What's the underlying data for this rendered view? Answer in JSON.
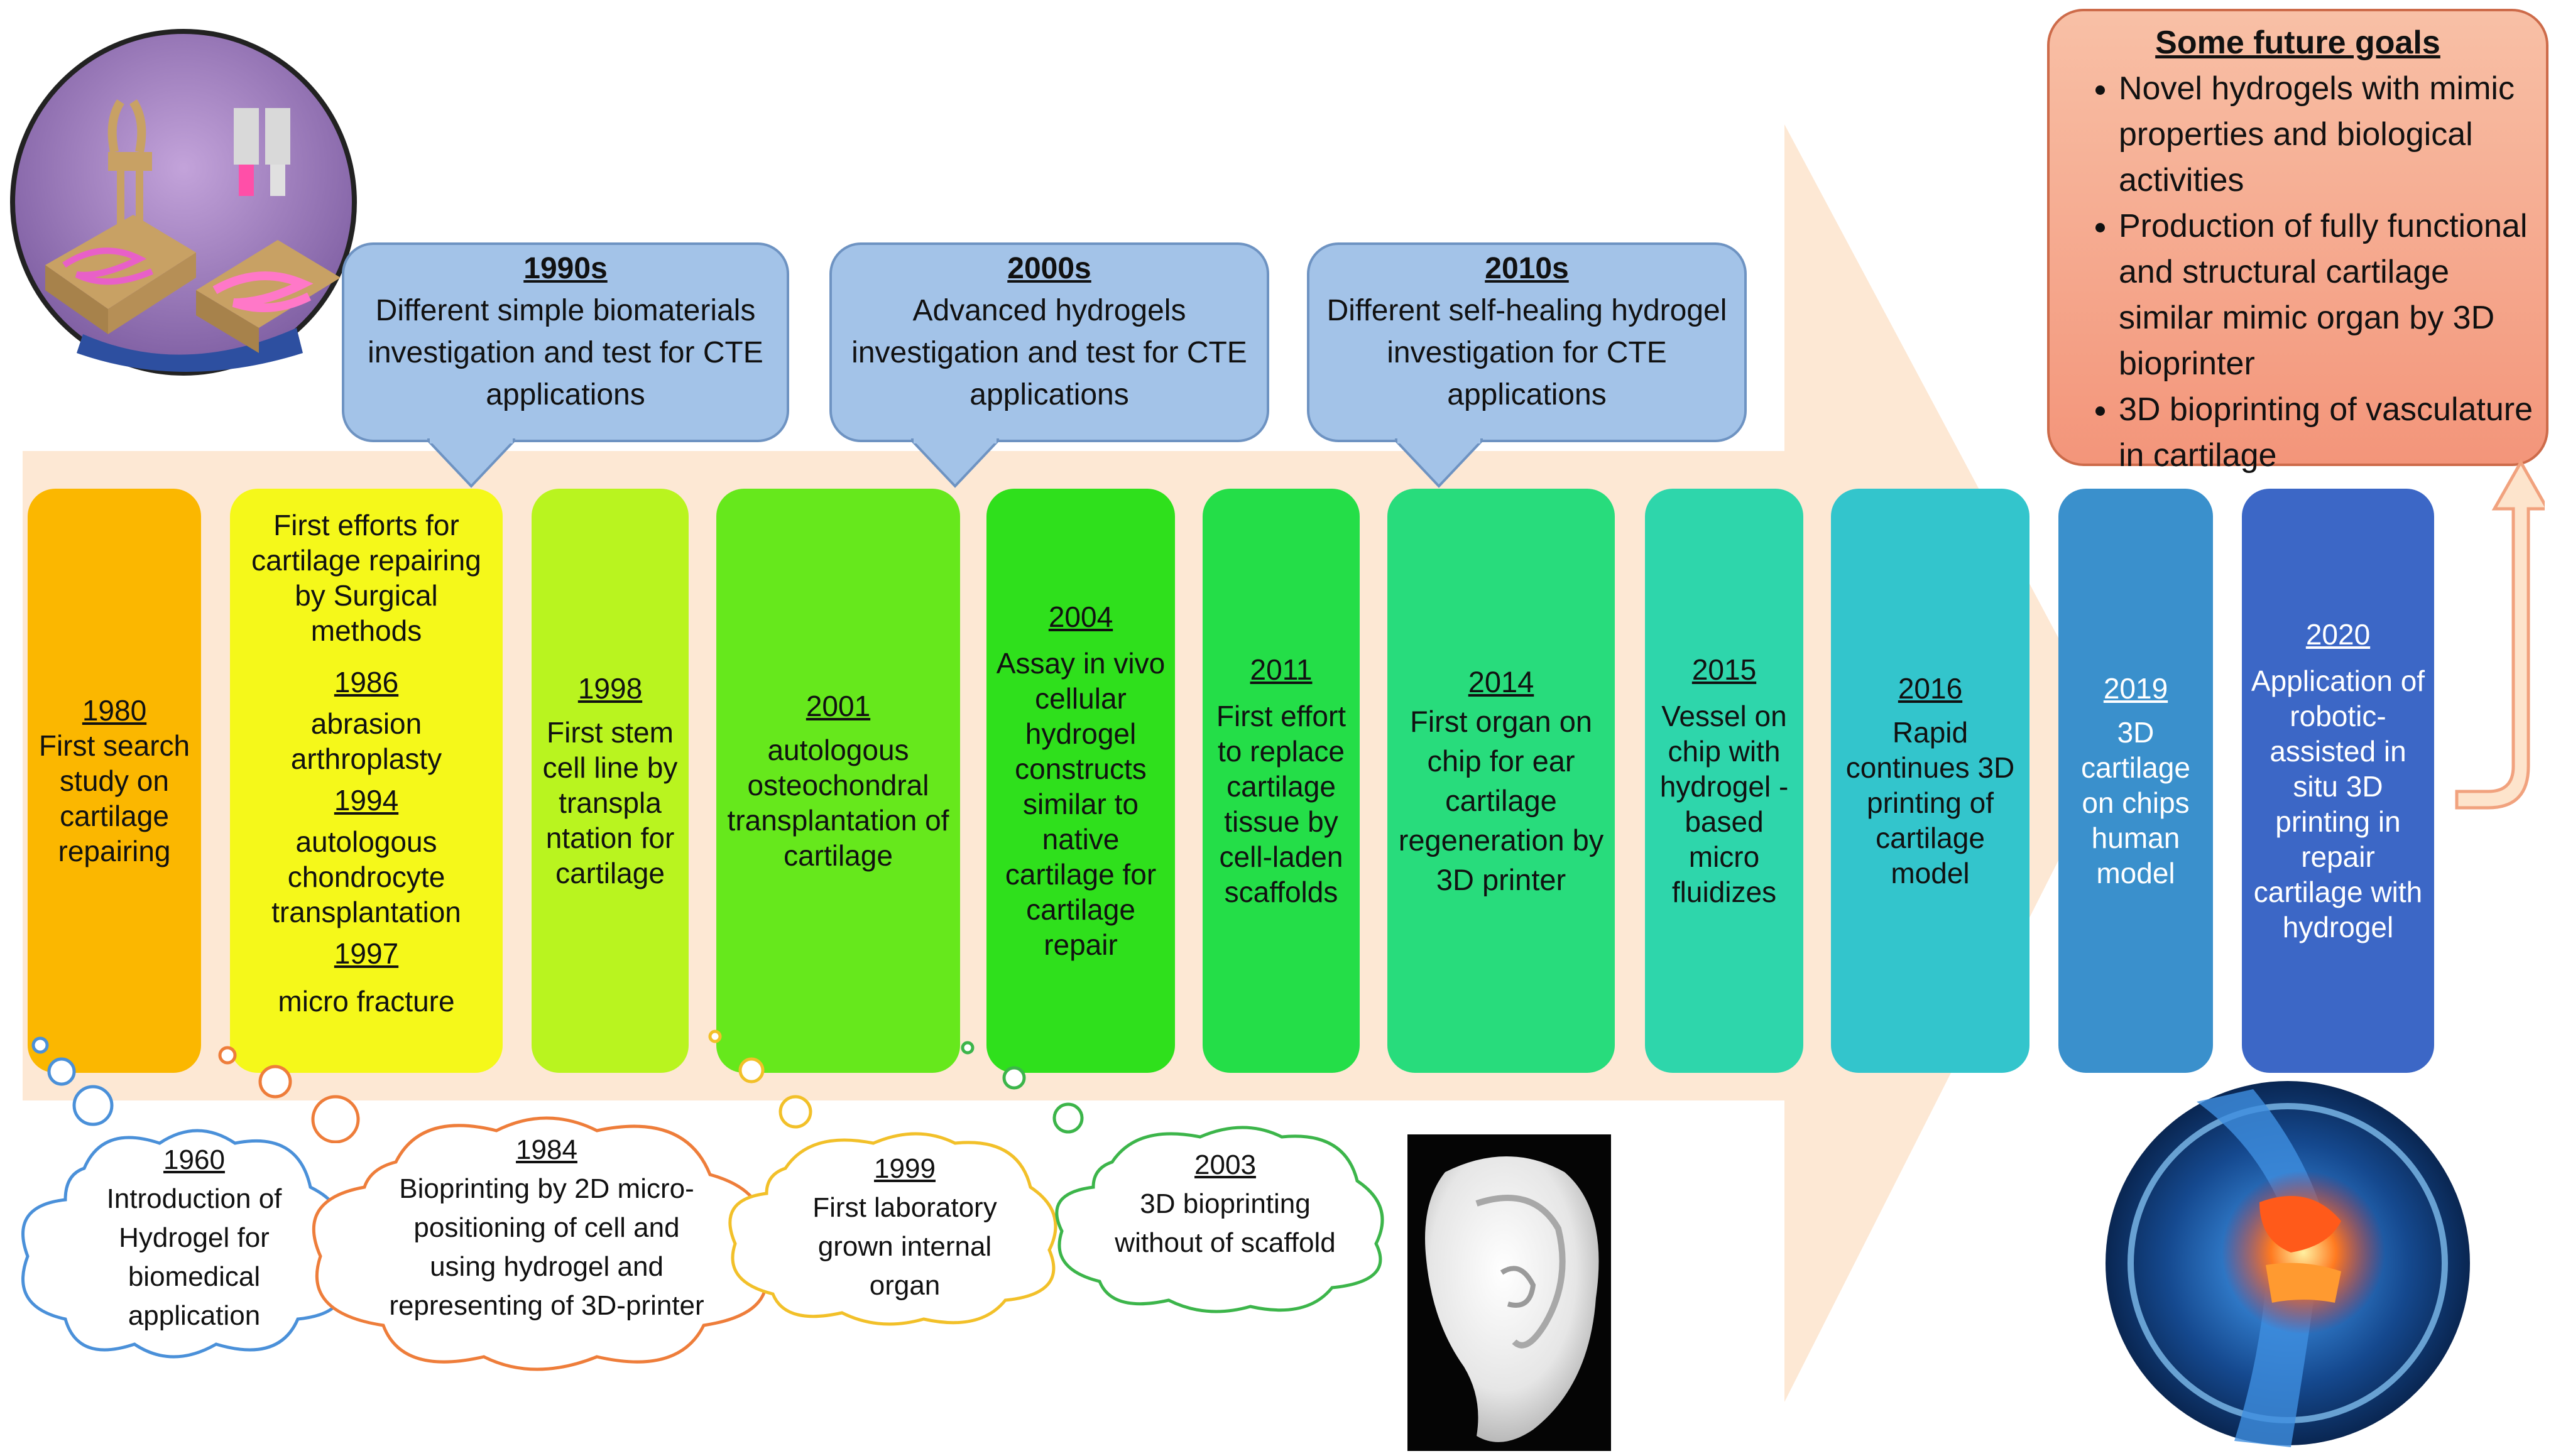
{
  "columns": [
    {
      "year": "1980",
      "text": "First search study on cartilage repairing",
      "color": "#fbb700"
    },
    {
      "pre": "First efforts for cartilage repairing by Surgical methods",
      "events": [
        {
          "year": "1986",
          "text": "abrasion arthroplasty"
        },
        {
          "year": "1994",
          "text": "autologous chondrocyte transplantation"
        },
        {
          "year": "1997",
          "text": "micro fracture"
        }
      ],
      "color": "#f5f81a"
    },
    {
      "year": "1998",
      "text": "First stem cell line by transpla ntation for cartilage",
      "color": "#b9f41f"
    },
    {
      "year": "2001",
      "text": "autologous osteochondral transplantation of cartilage",
      "color": "#66e81c"
    },
    {
      "year": "2004",
      "text": "Assay in vivo cellular hydrogel constructs similar to native cartilage for cartilage repair",
      "color": "#2fe01c"
    },
    {
      "year": "2011",
      "text": "First effort to replace cartilage tissue by cell-laden scaffolds",
      "color": "#24de48"
    },
    {
      "year": "2014",
      "text": "First organ on chip for ear cartilage regeneration by 3D printer",
      "color": "#28dc7c"
    },
    {
      "year": "2015",
      "text": "Vessel on chip with hydrogel - based micro fluidizes",
      "color": "#2ed6ab"
    },
    {
      "year": "2016",
      "text": "Rapid continues 3D printing of cartilage model",
      "color": "#33c5cc"
    },
    {
      "year": "2019",
      "text": "3D cartilage on chips human model",
      "color": "#3a90cc"
    },
    {
      "year": "2020",
      "text": "Application of robotic-assisted in situ 3D printing in repair cartilage with hydrogel",
      "color": "#3c67c6"
    }
  ],
  "callouts": [
    {
      "decade": "1990s",
      "text": "Different simple biomaterials investigation and test  for CTE applications"
    },
    {
      "decade": "2000s",
      "text": "Advanced hydrogels investigation and test for CTE applications"
    },
    {
      "decade": "2010s",
      "text": "Different self-healing hydrogel investigation for CTE applications"
    }
  ],
  "clouds": [
    {
      "year": "1960",
      "text": "Introduction of Hydrogel for biomedical application",
      "color": "#4a90d9"
    },
    {
      "year": "1984",
      "text": "Bioprinting by 2D micro-positioning of cell and using hydrogel and representing of 3D-printer",
      "color": "#ee7d3a"
    },
    {
      "year": "1999",
      "text": "First laboratory grown internal organ",
      "color": "#f2c029"
    },
    {
      "year": "2003",
      "text": "3D bioprinting without of scaffold",
      "color": "#3cb54a"
    }
  ],
  "future_goals": {
    "title": "Some future goals",
    "items": [
      "Novel hydrogels with mimic properties and biological activities",
      "Production of fully functional and structural cartilage similar mimic organ by 3D bioprinter",
      "3D bioprinting of vasculature in cartilage"
    ]
  },
  "colors": {
    "arrow": "#fde4cc",
    "callout_fill": "#a3c3e8",
    "goals_fill": "#f5a487",
    "goals_border": "#cd6b4a"
  },
  "icons": [
    "bioprinter-illustration",
    "ear-photo",
    "knee-joint-illustration",
    "up-arrow-icon"
  ]
}
